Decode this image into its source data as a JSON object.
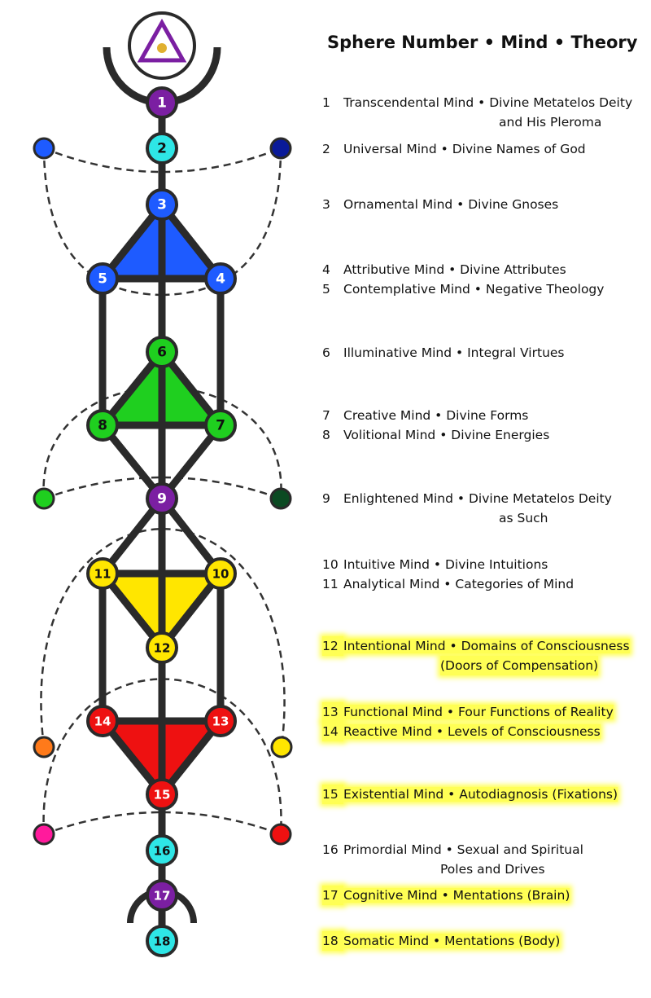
{
  "header": {
    "title": "Sphere Number • Mind • Theory"
  },
  "spheres": [
    {
      "id": "1",
      "fill": "#7b1fa2",
      "text": "#ffffff"
    },
    {
      "id": "2",
      "fill": "#2ee6e6",
      "text": "#111111"
    },
    {
      "id": "3",
      "fill": "#1e5bff",
      "text": "#ffffff"
    },
    {
      "id": "4",
      "fill": "#1e5bff",
      "text": "#ffffff"
    },
    {
      "id": "5",
      "fill": "#1e5bff",
      "text": "#ffffff"
    },
    {
      "id": "6",
      "fill": "#1fcf1f",
      "text": "#111111"
    },
    {
      "id": "7",
      "fill": "#1fcf1f",
      "text": "#111111"
    },
    {
      "id": "8",
      "fill": "#1fcf1f",
      "text": "#111111"
    },
    {
      "id": "9",
      "fill": "#7b1fa2",
      "text": "#ffffff"
    },
    {
      "id": "10",
      "fill": "#ffe600",
      "text": "#111111"
    },
    {
      "id": "11",
      "fill": "#ffe600",
      "text": "#111111"
    },
    {
      "id": "12",
      "fill": "#ffe600",
      "text": "#111111"
    },
    {
      "id": "13",
      "fill": "#ee1111",
      "text": "#ffffff"
    },
    {
      "id": "14",
      "fill": "#ee1111",
      "text": "#ffffff"
    },
    {
      "id": "15",
      "fill": "#ee1111",
      "text": "#ffffff"
    },
    {
      "id": "16",
      "fill": "#2ee6e6",
      "text": "#111111"
    },
    {
      "id": "17",
      "fill": "#7b1fa2",
      "text": "#ffffff"
    },
    {
      "id": "18",
      "fill": "#2ee6e6",
      "text": "#111111"
    }
  ],
  "side_dots": [
    {
      "fill": "#1e5bff"
    },
    {
      "fill": "#0a1a99"
    },
    {
      "fill": "#1fcf1f"
    },
    {
      "fill": "#0b4a22"
    },
    {
      "fill": "#ff7a1a"
    },
    {
      "fill": "#ffe600"
    },
    {
      "fill": "#ff1a9c"
    },
    {
      "fill": "#ee1111"
    }
  ],
  "triangles": {
    "blue": "#1e5bff",
    "green": "#1fcf1f",
    "yellow": "#ffe600",
    "red": "#ee1111"
  },
  "emblem": {
    "triangle_color": "#7b1fa2",
    "dot_color": "#e0b030"
  },
  "legend": [
    {
      "number": "1",
      "text": "Transcendental Mind • Divine Metatelos Deity",
      "cont": "and His Pleroma",
      "highlight": false
    },
    {
      "number": "2",
      "text": "Universal Mind • Divine Names of God",
      "cont": "",
      "highlight": false
    },
    {
      "number": "3",
      "text": "Ornamental Mind • Divine Gnoses",
      "cont": "",
      "highlight": false
    },
    {
      "number": "4",
      "text": "Attributive Mind • Divine Attributes",
      "cont": "",
      "highlight": false
    },
    {
      "number": "5",
      "text": "Contemplative Mind • Negative Theology",
      "cont": "",
      "highlight": false
    },
    {
      "number": "6",
      "text": "Illuminative Mind • Integral Virtues",
      "cont": "",
      "highlight": false
    },
    {
      "number": "7",
      "text": "Creative Mind • Divine Forms",
      "cont": "",
      "highlight": false
    },
    {
      "number": "8",
      "text": "Volitional Mind • Divine Energies",
      "cont": "",
      "highlight": false
    },
    {
      "number": "9",
      "text": "Enlightened Mind • Divine Metatelos Deity",
      "cont": "as Such",
      "highlight": false
    },
    {
      "number": "10",
      "text": "Intuitive Mind • Divine Intuitions",
      "cont": "",
      "highlight": false
    },
    {
      "number": "11",
      "text": "Analytical Mind • Categories of Mind",
      "cont": "",
      "highlight": false
    },
    {
      "number": "12",
      "text": "Intentional Mind • Domains of Consciousness",
      "cont": "(Doors of Compensation)",
      "highlight": true
    },
    {
      "number": "13",
      "text": "Functional Mind • Four Functions of Reality",
      "cont": "",
      "highlight": true
    },
    {
      "number": "14",
      "text": "Reactive Mind • Levels of Consciousness",
      "cont": "",
      "highlight": true
    },
    {
      "number": "15",
      "text": "Existential Mind • Autodiagnosis (Fixations)",
      "cont": "",
      "highlight": true
    },
    {
      "number": "16",
      "text": "Primordial Mind • Sexual and Spiritual",
      "cont": "Poles and Drives",
      "highlight": false
    },
    {
      "number": "17",
      "text": "Cognitive Mind • Mentations (Brain)",
      "cont": "",
      "highlight": true
    },
    {
      "number": "18",
      "text": "Somatic Mind • Mentations (Body)",
      "cont": "",
      "highlight": true
    }
  ]
}
